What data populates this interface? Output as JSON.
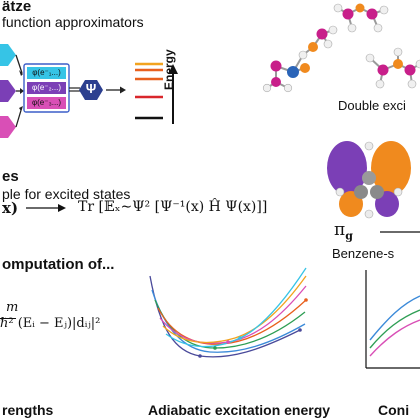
{
  "section1": {
    "heading_fragment": "ätze",
    "subheading_fragment": "function approximators",
    "orbital_rows": [
      "φ(e⁻₁...)",
      "φ(e⁻₂...)",
      "φ(e⁻₃...)"
    ],
    "psi_symbol": "Ψ",
    "energy_label": "Energy",
    "energy_level_colors": [
      "#f2a31f",
      "#e8601e",
      "#e8601e",
      "#d9262b",
      "#111111"
    ],
    "molecules_caption": "Double exci"
  },
  "section2": {
    "heading_fragment": "es",
    "subheading_fragment": "ple for excited states",
    "formula_left": "x)",
    "formula_right": "Tr [𝔼ₓ∼Ψ² [Ψ⁻¹(x) Ĥ Ψ(x)]]",
    "pi_label": "π",
    "pi_subscript": "g",
    "benzene_caption": "Benzene-s"
  },
  "section3": {
    "heading_fragment": "omputation of...",
    "formula_numerator": "m",
    "formula": "ℏ² (Eᵢ − Eⱼ)|dᵢⱼ|²",
    "captions": [
      "rengths",
      "Adiabatic excitation energy",
      "Coni"
    ]
  },
  "colors": {
    "cyan": "#36c4e6",
    "blue": "#3b5fc9",
    "purple": "#7b3fb6",
    "magenta": "#d94fb6",
    "orange": "#f39c1e",
    "red": "#d9262b"
  }
}
